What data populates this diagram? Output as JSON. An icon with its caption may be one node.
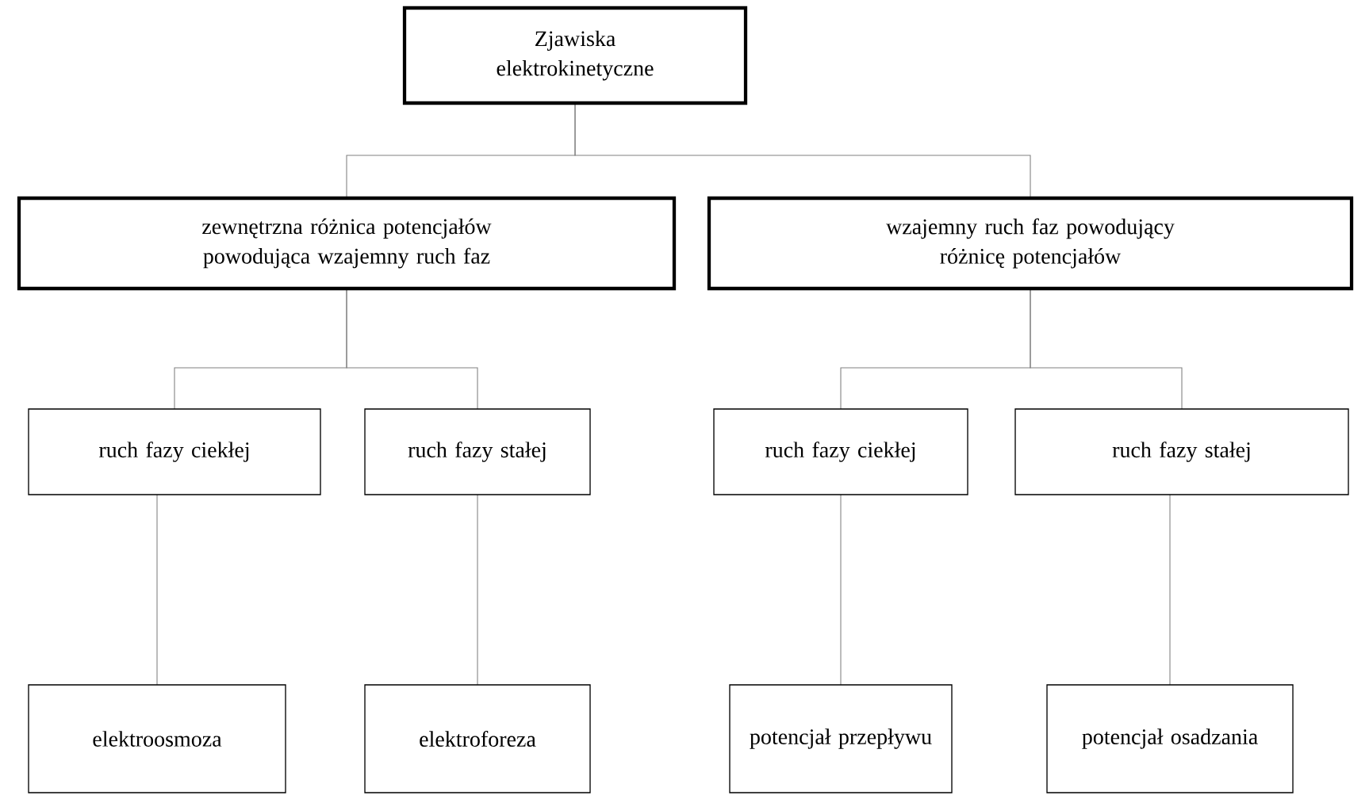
{
  "diagram": {
    "nodes": [
      {
        "text": [
          "Zjawiska elektrokinetyczne"
        ]
      },
      {
        "text": [
          "zewnętrzna różnica potencjałów powodująca wzajemny ruch faz"
        ]
      },
      {
        "text": [
          "wzajemny ruch faz powodujący różnicę potencjałów"
        ]
      },
      {
        "text": [
          "ruch fazy ciekłej"
        ]
      },
      {
        "text": [
          "ruch fazy stałej"
        ]
      },
      {
        "text": [
          "ruch fazy ciekłej"
        ]
      },
      {
        "text": [
          "ruch fazy stałej"
        ]
      },
      {
        "text": [
          "elektroosmoza"
        ]
      },
      {
        "text": [
          "elektroforeza"
        ]
      },
      {
        "text": [
          "potencjał przepływu"
        ]
      },
      {
        "text": [
          "potencjał osadzania"
        ]
      }
    ],
    "edges": [
      {
        "from": 0,
        "to": 1,
        "arrow": "none"
      },
      {
        "from": 0,
        "to": 2,
        "arrow": "none"
      },
      {
        "from": 1,
        "to": 3,
        "arrow": "none"
      },
      {
        "from": 1,
        "to": 4,
        "arrow": "none"
      },
      {
        "from": 2,
        "to": 5,
        "arrow": "none"
      },
      {
        "from": 2,
        "to": 6,
        "arrow": "none"
      },
      {
        "from": 3,
        "to": 7,
        "arrow": "none"
      },
      {
        "from": 4,
        "to": 8,
        "arrow": "none"
      },
      {
        "from": 5,
        "to": 9,
        "arrow": "none"
      },
      {
        "from": 6,
        "to": 10,
        "arrow": "none"
      }
    ]
  }
}
